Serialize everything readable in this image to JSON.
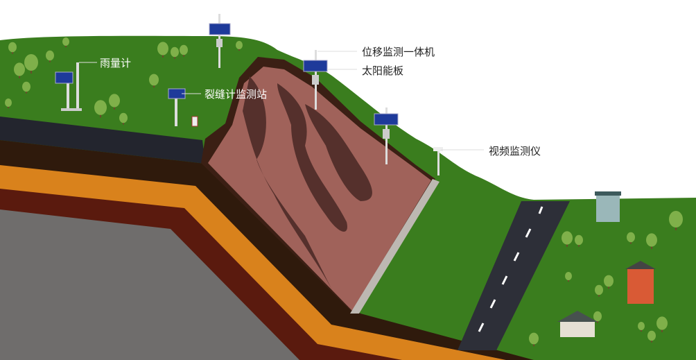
{
  "labels": {
    "rain_gauge": "雨量计",
    "crack_meter_station": "裂缝计监测站",
    "displacement_unit": "位移监测一体机",
    "solar_panel": "太阳能板",
    "video_monitor": "视频监测仪"
  },
  "colors": {
    "grass": "#3a7d1e",
    "soil_dark": "#2f1a0c",
    "orange_layer": "#d9821c",
    "red_layer": "#5a1a0e",
    "bedrock": "#6f6d6c",
    "landslide": "#a0625a",
    "landslide_dark": "#55302c",
    "road": "#2d2f38",
    "panel": "#1e3a9a"
  }
}
